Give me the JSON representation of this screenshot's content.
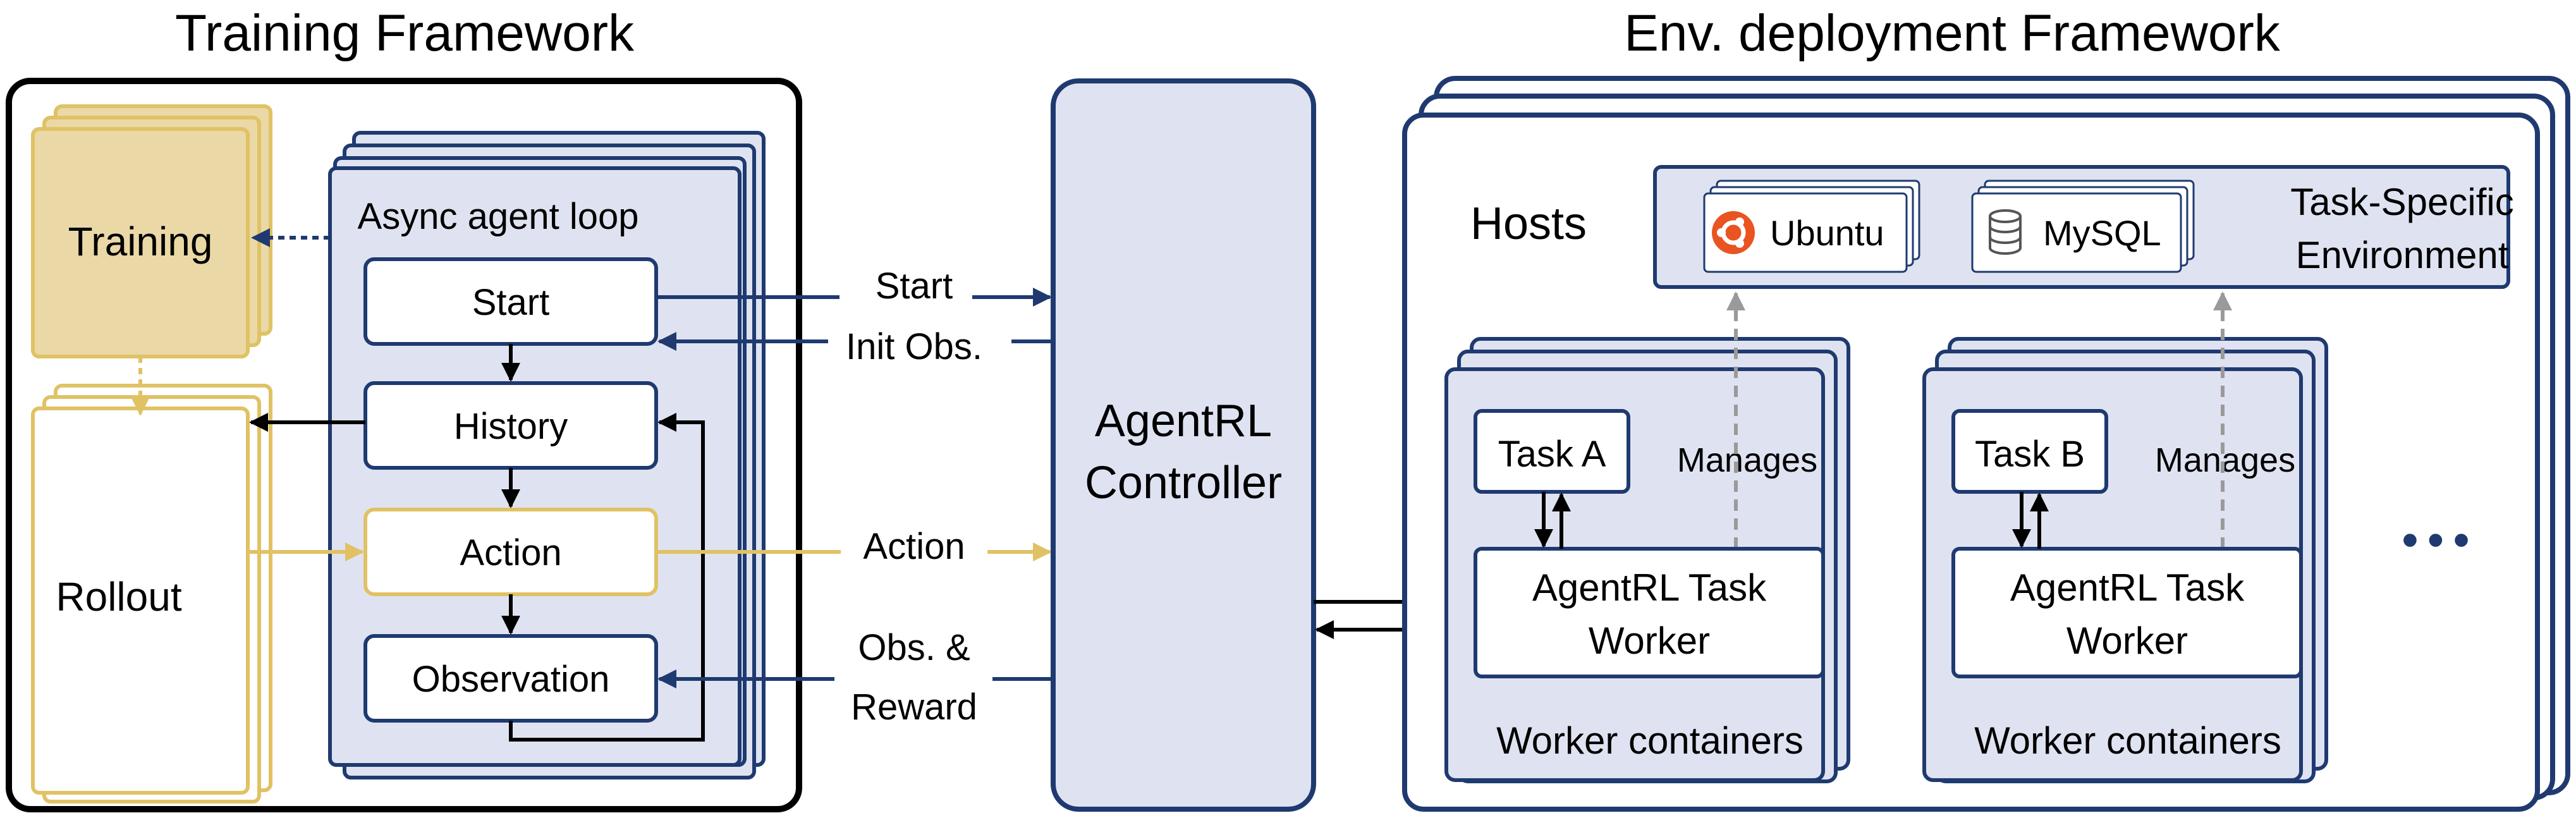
{
  "training_framework": {
    "title": "Training Framework",
    "training_label": "Training",
    "rollout_label": "Rollout",
    "agent_loop": {
      "title": "Async agent loop",
      "start_label": "Start",
      "history_label": "History",
      "action_label": "Action",
      "observation_label": "Observation"
    }
  },
  "connections": {
    "start_label": "Start",
    "init_obs_label": "Init Obs.",
    "action_label": "Action",
    "obs_reward_line1": "Obs. &",
    "obs_reward_line2": "Reward"
  },
  "controller": {
    "line1": "AgentRL",
    "line2": "Controller"
  },
  "env_framework": {
    "title": "Env. deployment Framework",
    "hosts_label": "Hosts",
    "task_env": {
      "line1": "Task-Specific",
      "line2": "Environment",
      "ubuntu_label": "Ubuntu",
      "mysql_label": "MySQL"
    },
    "worker_a": {
      "task_label": "Task A",
      "manages_label": "Manages",
      "worker_line1": "AgentRL Task",
      "worker_line2": "Worker",
      "container_label": "Worker containers"
    },
    "worker_b": {
      "task_label": "Task B",
      "manages_label": "Manages",
      "worker_line1": "AgentRL Task",
      "worker_line2": "Worker",
      "container_label": "Worker containers"
    },
    "ellipsis": "•••"
  },
  "colors": {
    "navy": "#1f3a70",
    "loop_fill": "#dfe3f1",
    "gold": "#e0c265",
    "training_fill": "#ead9a6",
    "black": "#000000",
    "gray_arrow": "#9a9a9a",
    "ubuntu_orange": "#e95420"
  }
}
